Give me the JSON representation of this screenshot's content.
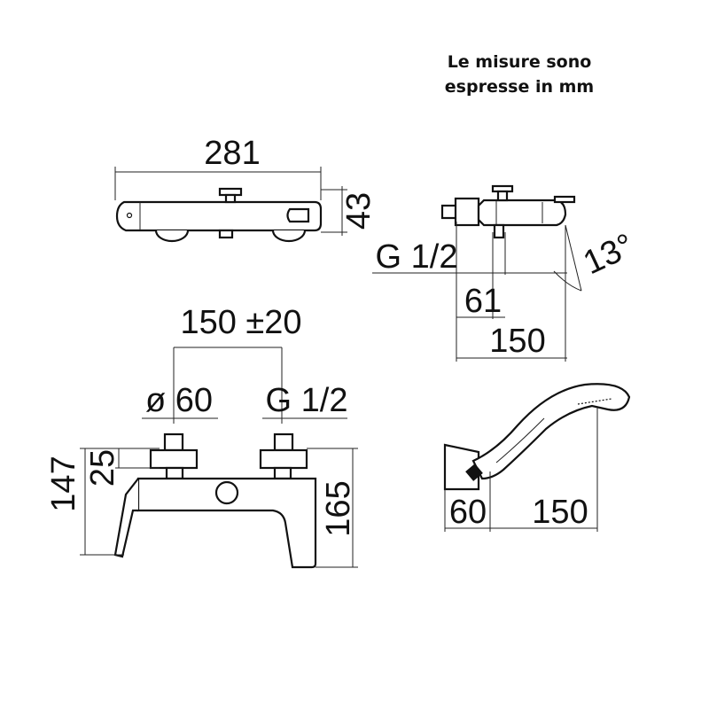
{
  "note": {
    "line1": "Le misure sono",
    "line2": "espresse in mm"
  },
  "dimensions": {
    "top_length": "281",
    "top_height": "43",
    "side_thread": "G 1/2",
    "side_angle": "13°",
    "side_depth_small": "61",
    "side_depth": "150",
    "front_centers": "150 ±20",
    "front_diameter": "ø 60",
    "front_thread": "G 1/2",
    "front_height_total": "147",
    "front_height_small": "25",
    "front_height_body": "165",
    "shower_depth_small": "60",
    "shower_length": "150"
  },
  "colors": {
    "line": "#111111",
    "background": "#ffffff"
  }
}
